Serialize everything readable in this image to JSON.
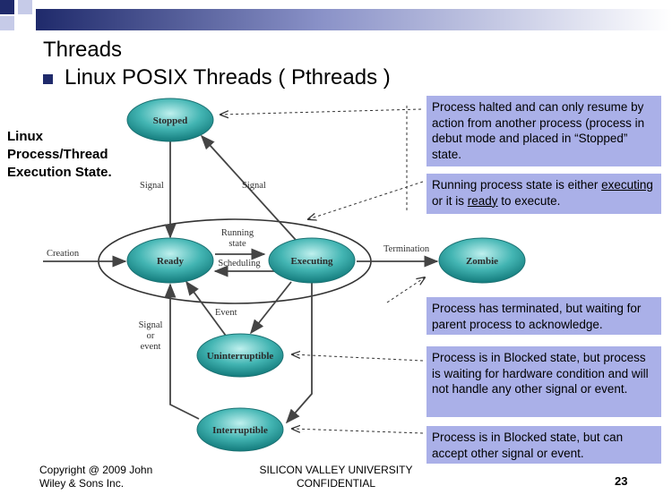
{
  "title": "Threads",
  "subtitle": "Linux POSIX Threads ( Pthreads )",
  "side_label": [
    "Linux",
    "Process/Thread",
    "Execution State."
  ],
  "diagram": {
    "states": {
      "stopped": "Stopped",
      "ready": "Ready",
      "executing": "Executing",
      "zombie": "Zombie",
      "uninterruptible": "Uninterruptible",
      "interruptible": "Interruptible"
    },
    "transitions": {
      "creation": "Creation",
      "termination": "Termination",
      "running_state": [
        "Running",
        "state"
      ],
      "scheduling": "Scheduling",
      "signal_left": "Signal",
      "signal_right": "Signal",
      "event": "Event",
      "signal_or_event": [
        "Signal",
        "or",
        "event"
      ]
    }
  },
  "notes": {
    "stopped": "Process halted and can only resume by action from another process (process in debut mode and placed in “Stopped” state.",
    "running": {
      "prefix": "Running process state is either ",
      "executing": "executing",
      "middle": " or it is ",
      "ready": "ready",
      "suffix": " to execute."
    },
    "zombie": "Process has terminated, but waiting for parent process to acknowledge.",
    "uninterruptible": "Process is in Blocked state, but process is waiting for hardware condition and will not handle any other signal or event.",
    "interruptible": "Process is in Blocked state, but can accept other signal or event."
  },
  "footer": {
    "copyright": [
      "Copyright @ 2009 John",
      "Wiley & Sons Inc."
    ],
    "confidential": [
      "SILICON VALLEY UNIVERSITY",
      "CONFIDENTIAL"
    ],
    "page_number": "23"
  },
  "colors": {
    "bullet": "#1f2a6b",
    "note_background": "#aab0e8",
    "state_fill": "#1f9a9a",
    "state_highlight": "#bff0ee"
  }
}
